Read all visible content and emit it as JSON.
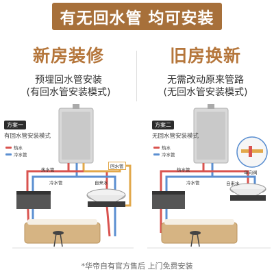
{
  "banner": {
    "title": "有无回水管 均可安装"
  },
  "left": {
    "heading": "新房装修",
    "line1": "预埋回水管安装",
    "line2": "(有回水管安装模式)",
    "scheme_tag": "方案一",
    "scheme_mode": "有回水管安装模式",
    "legend": {
      "hot": "热水",
      "cold": "冷水管"
    },
    "labels": {
      "hot_pipe": "热水管",
      "return_pipe": "回水管",
      "cold_pipe": "冷水管",
      "tap_water": "自来水"
    }
  },
  "right": {
    "heading": "旧房换新",
    "line1": "无需改动原来管路",
    "line2": "(无回水管安装模式)",
    "scheme_tag": "方案二",
    "scheme_mode": "无回水管安装模式",
    "legend": {
      "hot": "热水",
      "cold": "冷水管"
    },
    "labels": {
      "hot_pipe": "热水管",
      "cold_pipe": "冷水管",
      "tap_water": "自来水",
      "single_valve": "单向阀"
    }
  },
  "footer": {
    "note": "*华帝自有官方售后  上门免费安装"
  },
  "colors": {
    "accent": "#a7703a",
    "hot": "#d9534f",
    "cold": "#5b8fd1",
    "return": "#e2a84a"
  }
}
